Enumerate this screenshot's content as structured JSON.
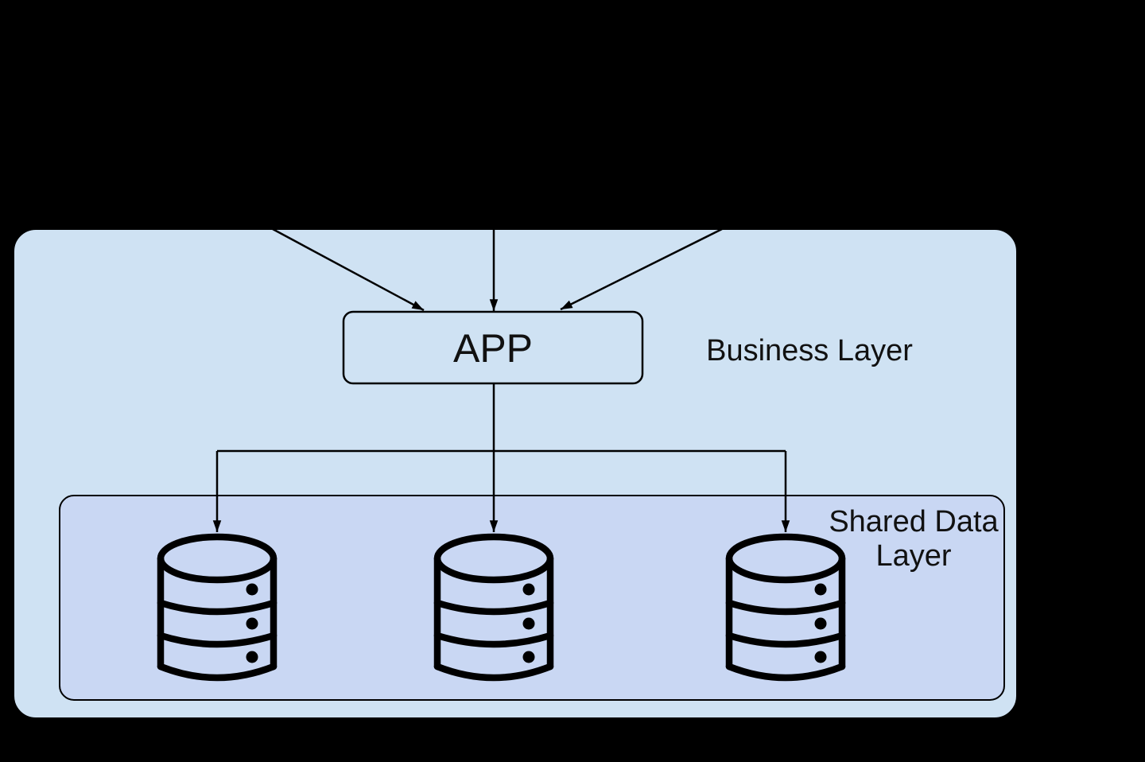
{
  "page": {
    "background": "#000000"
  },
  "diagram": {
    "stroke_color": "#000000",
    "text_color": "#111111",
    "business_layer": {
      "label": "Business Layer",
      "fill": "#cfe2f3",
      "app_node": {
        "label": "APP",
        "fill": "#cfe2f3"
      }
    },
    "shared_data_layer": {
      "label_line1": "Shared Data",
      "label_line2": "Layer",
      "fill": "#c9d7f3",
      "database_icons": [
        "database-icon",
        "database-icon",
        "database-icon"
      ]
    },
    "edges": [
      {
        "from": "offscreen-top-left",
        "to": "APP",
        "arrow": true
      },
      {
        "from": "offscreen-top-center",
        "to": "APP",
        "arrow": true
      },
      {
        "from": "offscreen-top-right",
        "to": "APP",
        "arrow": true
      },
      {
        "from": "APP",
        "to": "database-1",
        "arrow": true
      },
      {
        "from": "APP",
        "to": "database-2",
        "arrow": true
      },
      {
        "from": "APP",
        "to": "database-3",
        "arrow": true
      }
    ]
  }
}
